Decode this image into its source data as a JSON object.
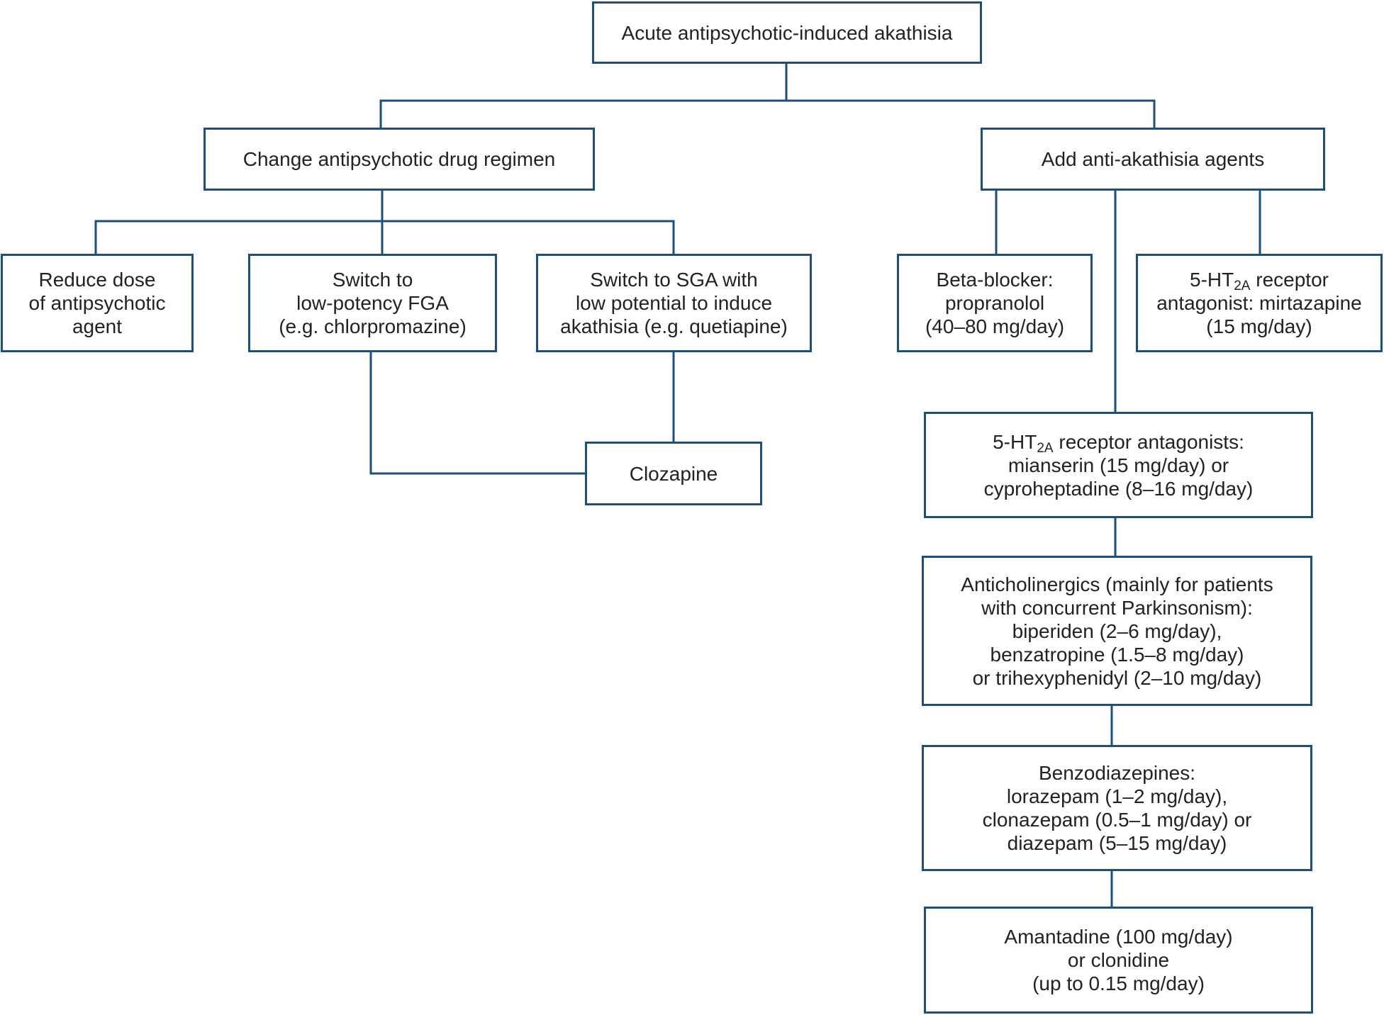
{
  "nodes": {
    "root": {
      "lines": [
        "Acute antipsychotic-induced akathisia"
      ]
    },
    "change_regimen": {
      "lines": [
        "Change antipsychotic drug regimen"
      ]
    },
    "add_agents": {
      "lines": [
        "Add anti-akathisia agents"
      ]
    },
    "reduce_dose": {
      "lines": [
        "Reduce dose",
        "of antipsychotic",
        "agent"
      ]
    },
    "switch_fga": {
      "lines": [
        "Switch to",
        "low-potency FGA",
        "(e.g. chlorpromazine)"
      ]
    },
    "switch_sga": {
      "lines": [
        "Switch to SGA with",
        "low potential to induce",
        "akathisia (e.g. quetiapine)"
      ]
    },
    "clozapine": {
      "lines": [
        "Clozapine"
      ]
    },
    "beta_blocker": {
      "lines": [
        "Beta-blocker:",
        "propranolol",
        "(40–80 mg/day)"
      ]
    },
    "mirtazapine": {
      "line1_prefix": "5-HT",
      "line1_sub": "2A",
      "line1_suffix": " receptor",
      "lines": [
        "antagonist: mirtazapine",
        "(15 mg/day)"
      ]
    },
    "ht2a_antagonists": {
      "line1_prefix": "5-HT",
      "line1_sub": "2A",
      "line1_suffix": " receptor antagonists:",
      "lines": [
        "mianserin (15 mg/day) or",
        "cyproheptadine (8–16 mg/day)"
      ]
    },
    "anticholinergics": {
      "lines": [
        "Anticholinergics (mainly for patients",
        "with concurrent Parkinsonism):",
        "biperiden (2–6 mg/day),",
        "benzatropine (1.5–8 mg/day)",
        "or trihexyphenidyl (2–10 mg/day)"
      ]
    },
    "benzodiazepines": {
      "lines": [
        "Benzodiazepines:",
        "lorazepam (1–2 mg/day),",
        "clonazepam (0.5–1 mg/day) or",
        "diazepam (5–15 mg/day)"
      ]
    },
    "amantadine": {
      "lines": [
        "Amantadine (100 mg/day)",
        "or clonidine",
        "(up to 0.15 mg/day)"
      ]
    }
  },
  "colors": {
    "border": "#1d4f7c",
    "connector": "#1d4f7c",
    "text": "#222222"
  }
}
